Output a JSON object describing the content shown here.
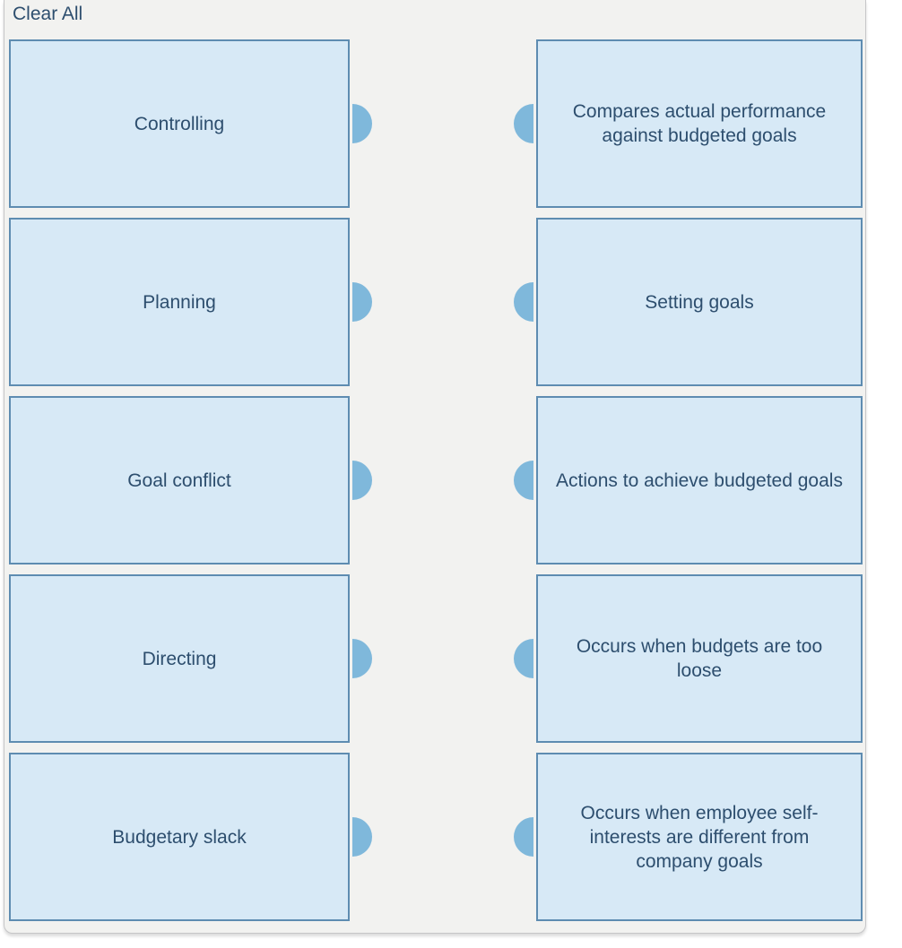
{
  "toolbar": {
    "clear_all_label": "Clear All"
  },
  "colors": {
    "panel_background": "#f2f2f0",
    "panel_border": "#c6c6c8",
    "box_fill": "#d7e9f6",
    "box_border": "#5e8cb1",
    "connector_dot": "#7fb8db",
    "text": "#2d4e6e"
  },
  "pairs": [
    {
      "left": "Controlling",
      "right": "Compares actual performance against budgeted goals"
    },
    {
      "left": "Planning",
      "right": "Setting goals"
    },
    {
      "left": "Goal conflict",
      "right": "Actions to achieve budgeted goals"
    },
    {
      "left": "Directing",
      "right": "Occurs when budgets are too loose"
    },
    {
      "left": "Budgetary slack",
      "right": "Occurs when employee self-interests are different from company goals"
    }
  ]
}
